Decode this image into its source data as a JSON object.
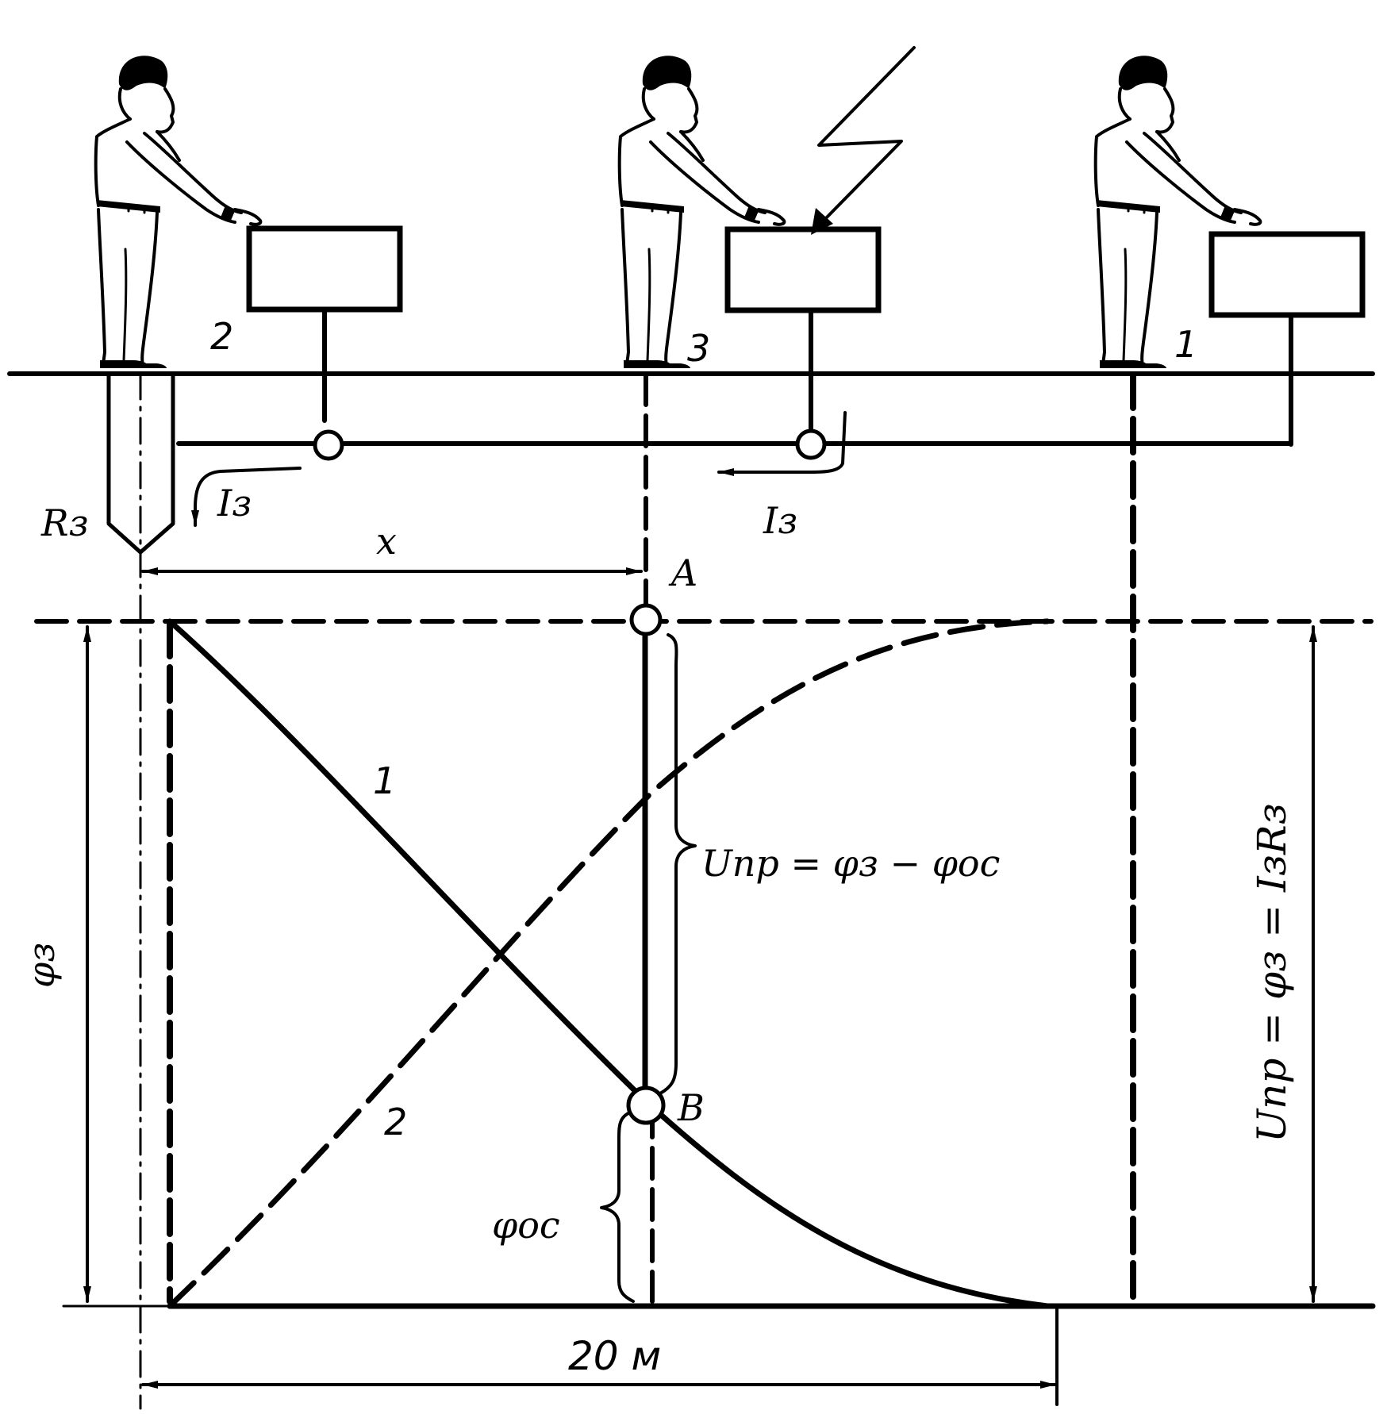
{
  "labels": {
    "worker_2": "2",
    "worker_3": "3",
    "worker_1": "1",
    "electrode_resistance": "Rз",
    "current_left": "Iз",
    "current_right": "Iз",
    "distance_x": "x",
    "point_a": "A",
    "point_b": "B",
    "curve_1": "1",
    "curve_2": "2",
    "phi_z": "φз",
    "phi_os": "φос",
    "touch_voltage_middle": "Uпр = φз − φос",
    "touch_voltage_right": "Uпр = φз = IзRз",
    "distance_20m": "20 м"
  },
  "colors": {
    "ink": "#000000",
    "background": "#ffffff"
  },
  "icons": [
    "person-icon",
    "equipment-box-icon",
    "lightning-bolt-icon",
    "ground-electrode-icon"
  ]
}
